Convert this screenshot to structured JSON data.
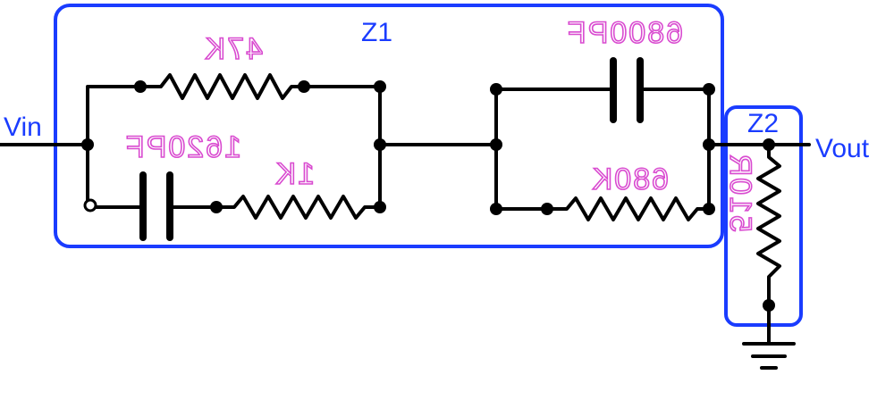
{
  "colors": {
    "box": "#1a3cff",
    "component_label": "#d94bd0",
    "wire": "#000000"
  },
  "labels": {
    "vin": "Vin",
    "vout": "Vout",
    "z1": "Z1",
    "z2": "Z2"
  },
  "components": {
    "r_47k": "47K",
    "c_1620pf": "1620PF",
    "r_1k": "1K",
    "c_6800pf": "6800PF",
    "r_680k": "680K",
    "r_510r": "510R"
  }
}
